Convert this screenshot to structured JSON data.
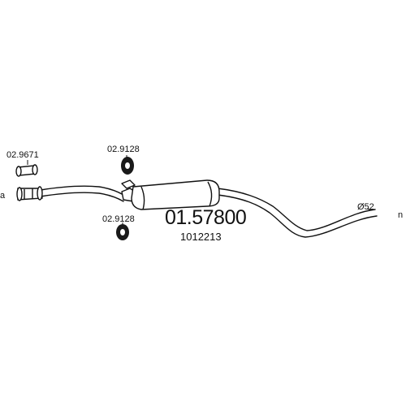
{
  "colors": {
    "stroke": "#111111",
    "fill_dark": "#1a1a1a",
    "background": "#ffffff"
  },
  "labels": {
    "clamp_left": "02.9671",
    "hanger_top": "02.9128",
    "hanger_bottom": "02.9128",
    "part_number": "01.57800",
    "oe_number": "1012213",
    "diameter": "Ø52",
    "edge_left": "a",
    "edge_right": "n"
  }
}
